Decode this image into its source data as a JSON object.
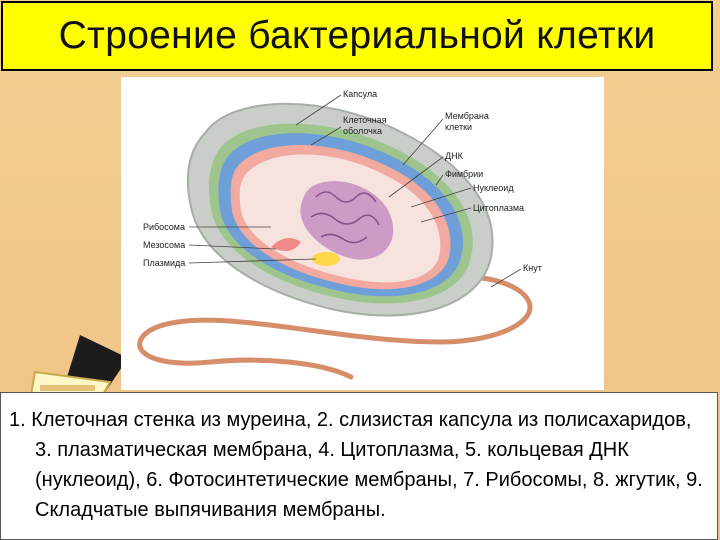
{
  "slide": {
    "title": "Строение бактериальной клетки",
    "colors": {
      "title_bg": "#ffff00",
      "slide_bg": "#f0c988"
    }
  },
  "diagram": {
    "labels": {
      "capsule": "Капсула",
      "cell_wall_line1": "Клеточная",
      "cell_wall_line2": "оболочка",
      "membrane_line1": "Мембрана",
      "membrane_line2": "клетки",
      "dna": "ДНК",
      "fimbria": "Фимбрии",
      "nucleoid": "Нуклеоид",
      "cytoplasm": "Цитоплазма",
      "ribosome": "Рибосома",
      "mesosome": "Мезосома",
      "plasmid": "Плазмида",
      "flagellum": "Кнут"
    }
  },
  "caption": {
    "text": "1. Клеточная стенка из муреина, 2. слизистая капсула из полисахаридов, 3. плазматическая мембрана, 4. Цитоплазма, 5. кольцевая ДНК (нуклеоид), 6. Фотосинтетические мембраны, 7. Рибосомы, 8. жгутик, 9. Складчатые выпячивания мембраны."
  }
}
